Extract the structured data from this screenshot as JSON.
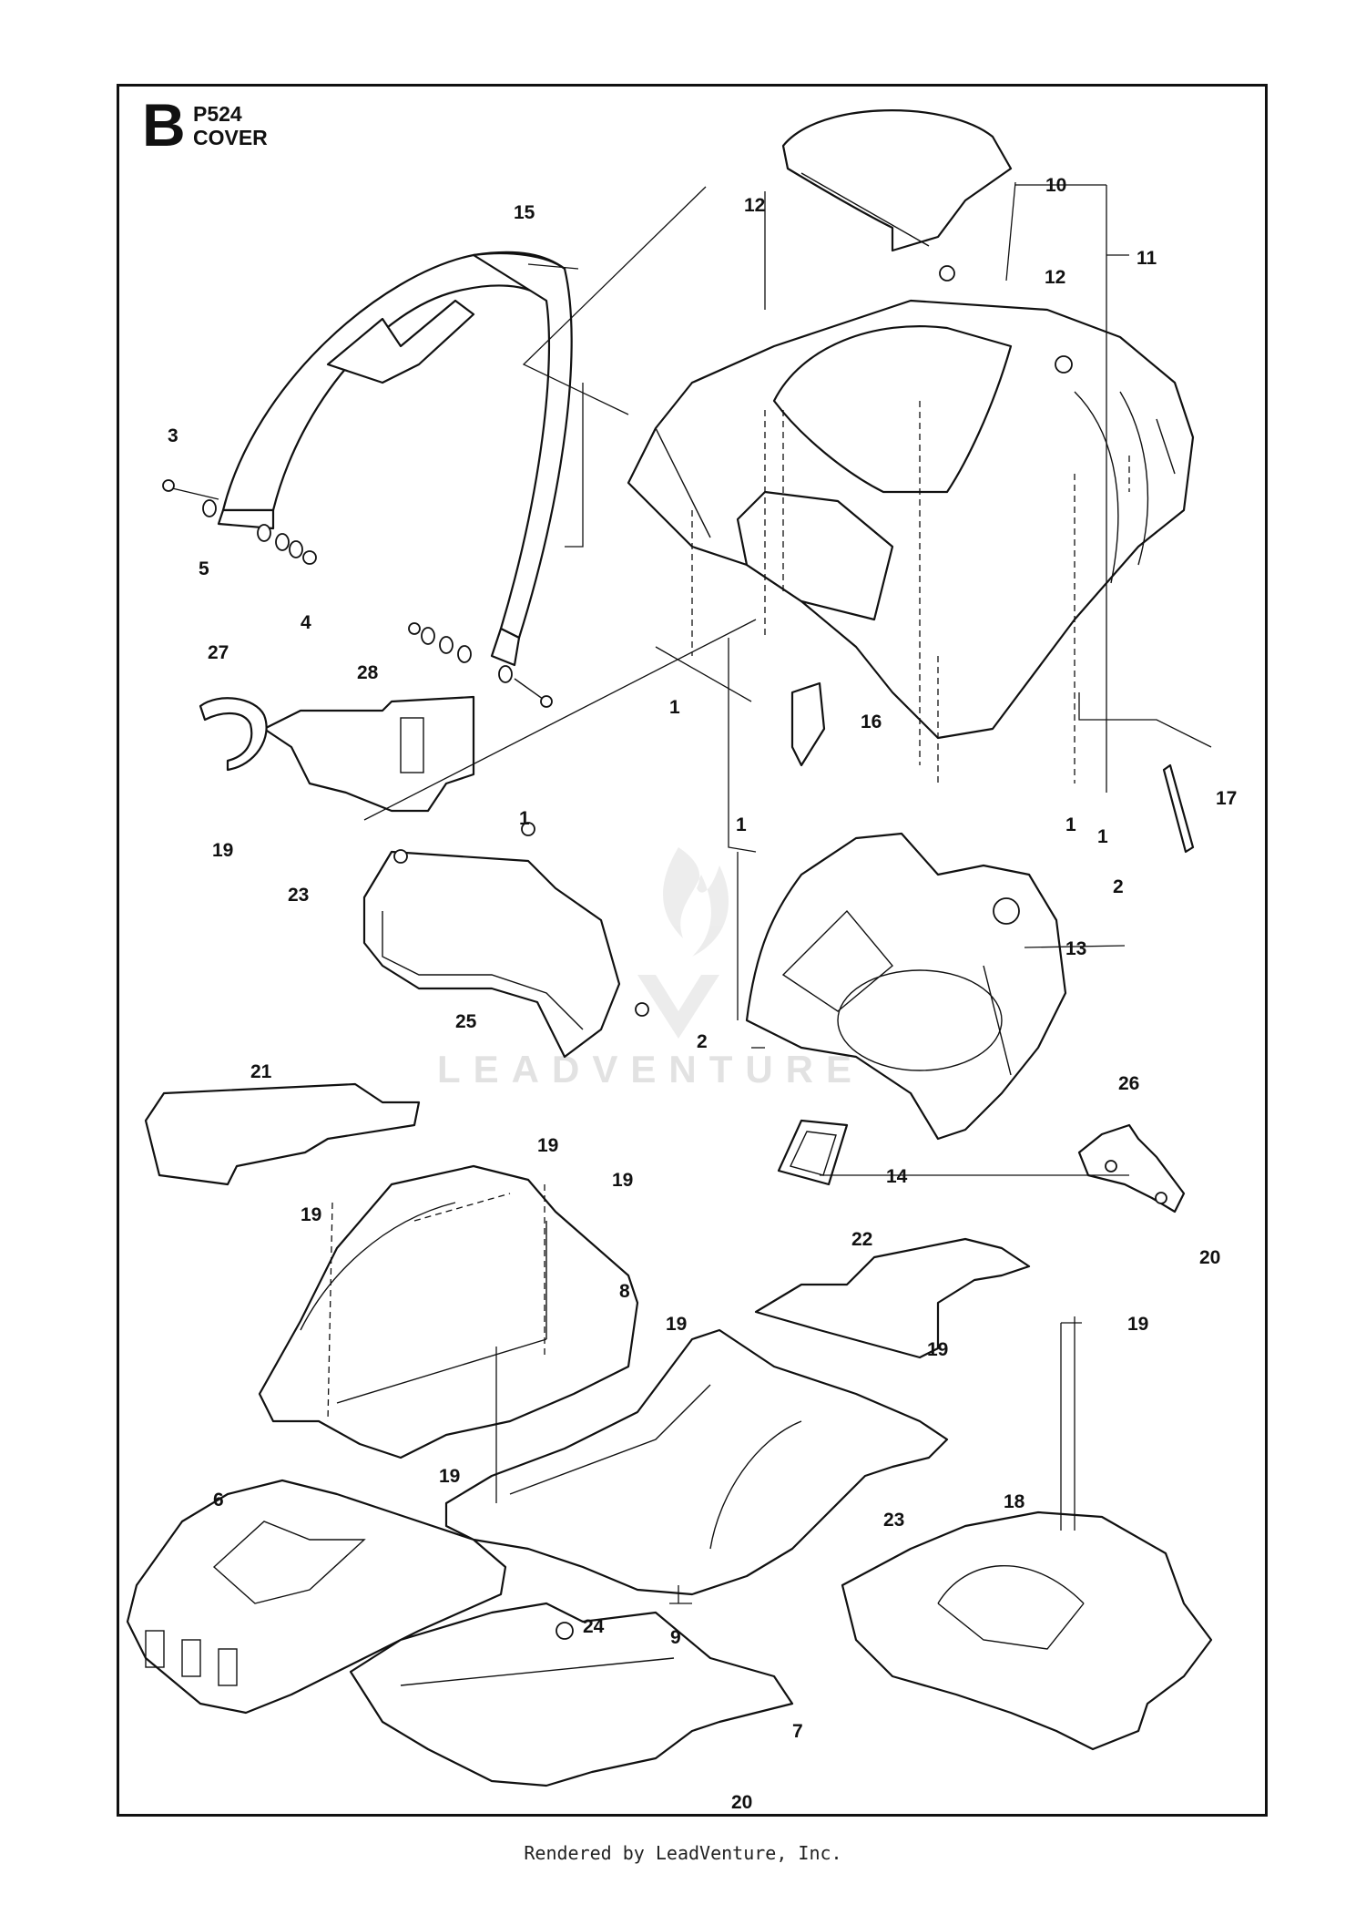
{
  "header": {
    "section_letter": "B",
    "model_code": "P524",
    "section_name": "COVER"
  },
  "footer": {
    "text": "Rendered by LeadVenture, Inc."
  },
  "watermark": {
    "text": "LEADVENTURE"
  },
  "callouts": [
    {
      "id": "c1a",
      "label": "1"
    },
    {
      "id": "c1b",
      "label": "1"
    },
    {
      "id": "c1c",
      "label": "1"
    },
    {
      "id": "c1d",
      "label": "1"
    },
    {
      "id": "c1e",
      "label": "1"
    },
    {
      "id": "c2a",
      "label": "2"
    },
    {
      "id": "c2b",
      "label": "2"
    },
    {
      "id": "c3",
      "label": "3"
    },
    {
      "id": "c4",
      "label": "4"
    },
    {
      "id": "c5",
      "label": "5"
    },
    {
      "id": "c6",
      "label": "6"
    },
    {
      "id": "c7",
      "label": "7"
    },
    {
      "id": "c8",
      "label": "8"
    },
    {
      "id": "c9",
      "label": "9"
    },
    {
      "id": "c10",
      "label": "10"
    },
    {
      "id": "c11",
      "label": "11"
    },
    {
      "id": "c12a",
      "label": "12"
    },
    {
      "id": "c12b",
      "label": "12"
    },
    {
      "id": "c13",
      "label": "13"
    },
    {
      "id": "c14",
      "label": "14"
    },
    {
      "id": "c15",
      "label": "15"
    },
    {
      "id": "c16",
      "label": "16"
    },
    {
      "id": "c17",
      "label": "17"
    },
    {
      "id": "c18",
      "label": "18"
    },
    {
      "id": "c19a",
      "label": "19"
    },
    {
      "id": "c19b",
      "label": "19"
    },
    {
      "id": "c19c",
      "label": "19"
    },
    {
      "id": "c19d",
      "label": "19"
    },
    {
      "id": "c19e",
      "label": "19"
    },
    {
      "id": "c19f",
      "label": "19"
    },
    {
      "id": "c19g",
      "label": "19"
    },
    {
      "id": "c19h",
      "label": "19"
    },
    {
      "id": "c20a",
      "label": "20"
    },
    {
      "id": "c20b",
      "label": "20"
    },
    {
      "id": "c21",
      "label": "21"
    },
    {
      "id": "c22",
      "label": "22"
    },
    {
      "id": "c23a",
      "label": "23"
    },
    {
      "id": "c23b",
      "label": "23"
    },
    {
      "id": "c24",
      "label": "24"
    },
    {
      "id": "c25",
      "label": "25"
    },
    {
      "id": "c26",
      "label": "26"
    },
    {
      "id": "c27",
      "label": "27"
    },
    {
      "id": "c28",
      "label": "28"
    }
  ]
}
